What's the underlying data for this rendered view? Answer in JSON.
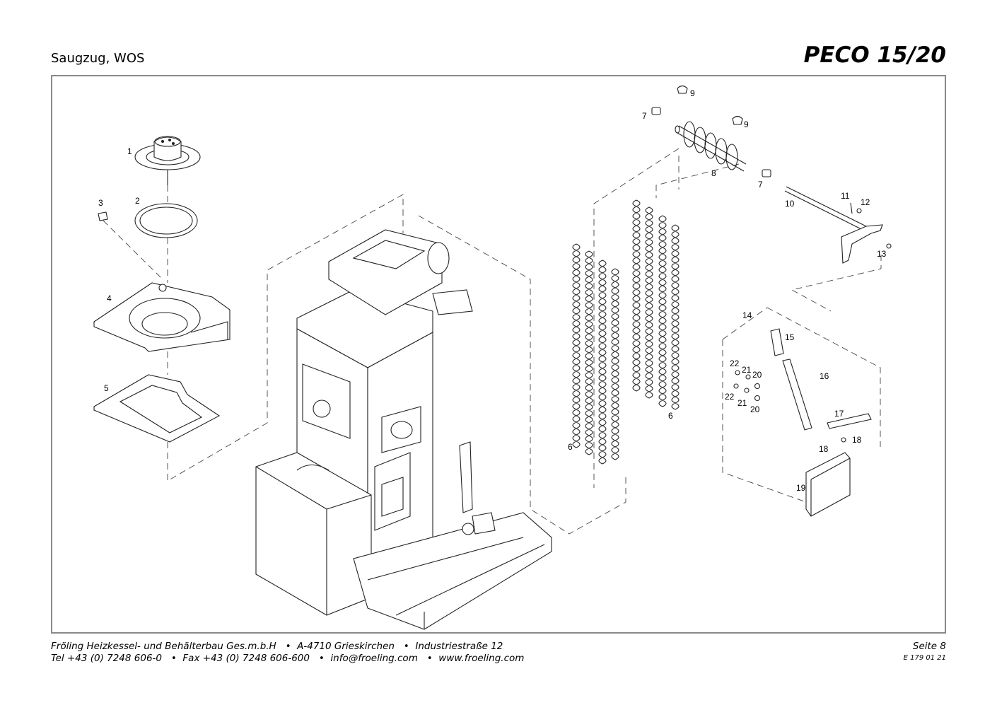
{
  "header": {
    "title": "Saugzug, WOS",
    "model": "PECO 15/20"
  },
  "footer": {
    "company_line": "Fröling Heizkessel- und Behälterbau Ges.m.b.H   •  A-4710 Grieskirchen   •  Industriestraße 12",
    "contact_line": "Tel +43 (0) 7248 606-0   •  Fax +43 (0) 7248 606-600   •  info@froeling.com   •  www.froeling.com",
    "page": "Seite 8",
    "doc_number": "E 179 01 21"
  },
  "part_labels": {
    "p1": "1",
    "p2": "2",
    "p3": "3",
    "p4": "4",
    "p5": "5",
    "p6a": "6",
    "p6b": "6",
    "p7a": "7",
    "p7b": "7",
    "p8": "8",
    "p9a": "9",
    "p9b": "9",
    "p10": "10",
    "p11": "11",
    "p12": "12",
    "p13": "13",
    "p14": "14",
    "p15": "15",
    "p16": "16",
    "p17": "17",
    "p18a": "18",
    "p18b": "18",
    "p19": "19",
    "p20a": "20",
    "p20b": "20",
    "p21a": "21",
    "p21b": "21",
    "p22a": "22",
    "p22b": "22"
  }
}
